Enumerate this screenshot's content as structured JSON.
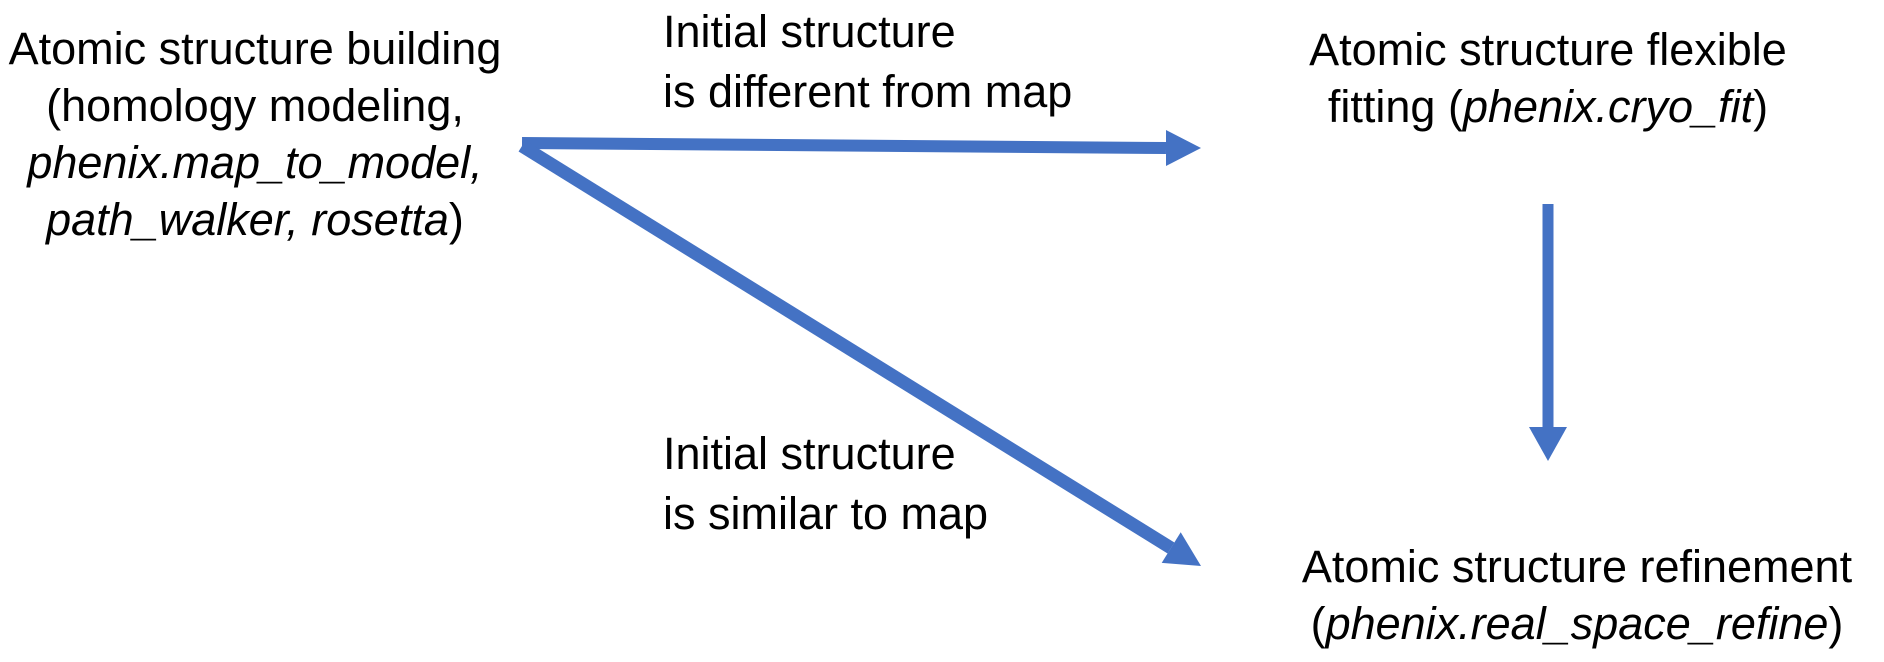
{
  "arrow_color": "#4472C4",
  "text_color": "#000000",
  "background_color": "#ffffff",
  "nodes": {
    "building": {
      "line1": "Atomic structure building",
      "line2": "(homology modeling,",
      "line3_italic": "phenix.map_to_model,",
      "line4_italic": "path_walker, rosetta",
      "line4_close": ")"
    },
    "fitting": {
      "line1": "Atomic structure flexible",
      "line2_prefix": "fitting (",
      "line2_italic": "phenix.cryo_fit",
      "line2_suffix": ")"
    },
    "refinement": {
      "line1": "Atomic structure refinement",
      "line2_prefix": "(",
      "line2_italic": "phenix.real_space_refine",
      "line2_suffix": ")"
    }
  },
  "edges": {
    "different": {
      "line1": "Initial structure",
      "line2": "is different from map"
    },
    "similar": {
      "line1": "Initial structure",
      "line2": "is similar to map"
    }
  }
}
